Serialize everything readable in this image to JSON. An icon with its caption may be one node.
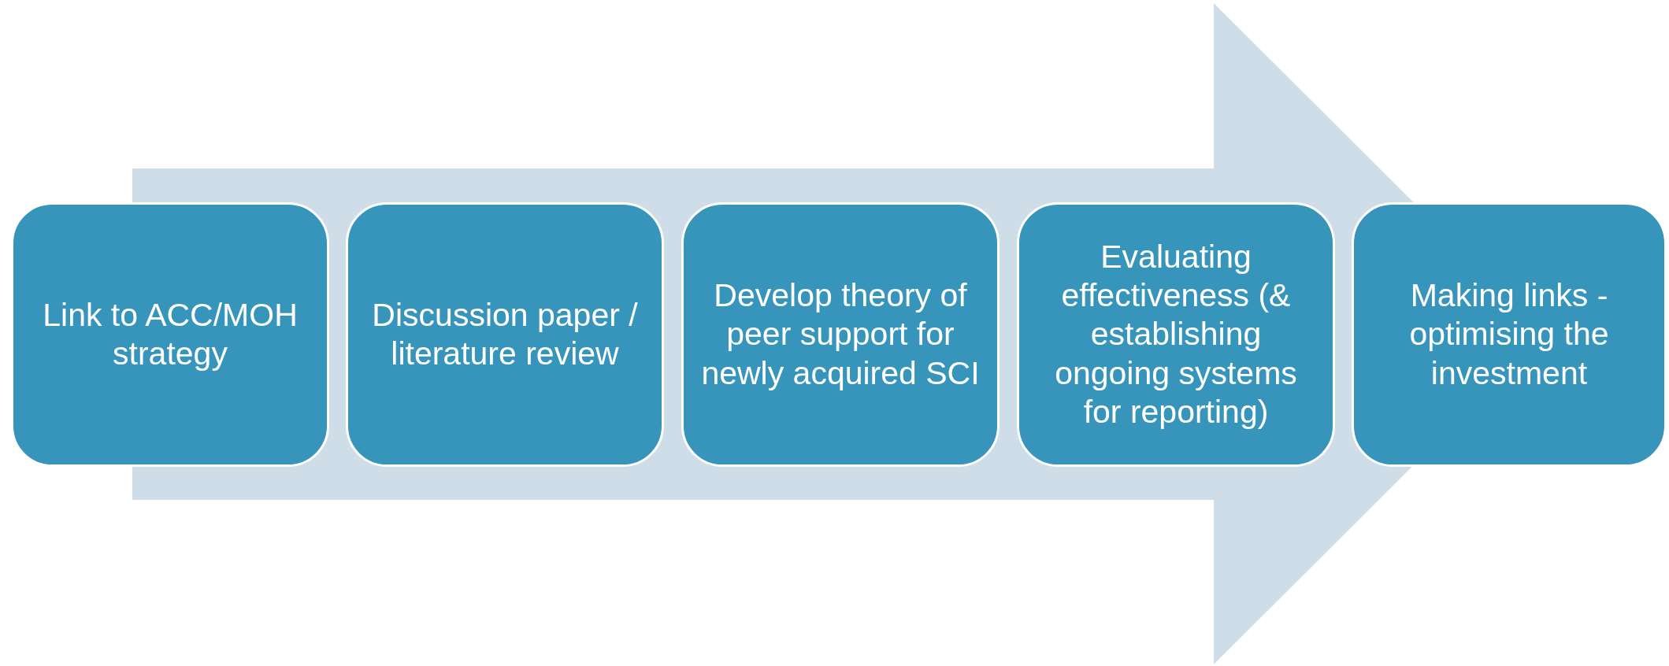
{
  "diagram": {
    "nodes": [
      {
        "text": [
          "Link to ACC/MOH strategy"
        ]
      },
      {
        "text": [
          "Discussion paper / literature review"
        ]
      },
      {
        "text": [
          "Develop theory of peer support for newly acquired SCI"
        ]
      },
      {
        "text": [
          "Evaluating effectiveness (& establishing ongoing systems for reporting)"
        ]
      },
      {
        "text": [
          "Making links - optimising the investment"
        ]
      }
    ],
    "edges": [
      {
        "from": 0,
        "to": 4,
        "arrow": "to"
      }
    ]
  }
}
